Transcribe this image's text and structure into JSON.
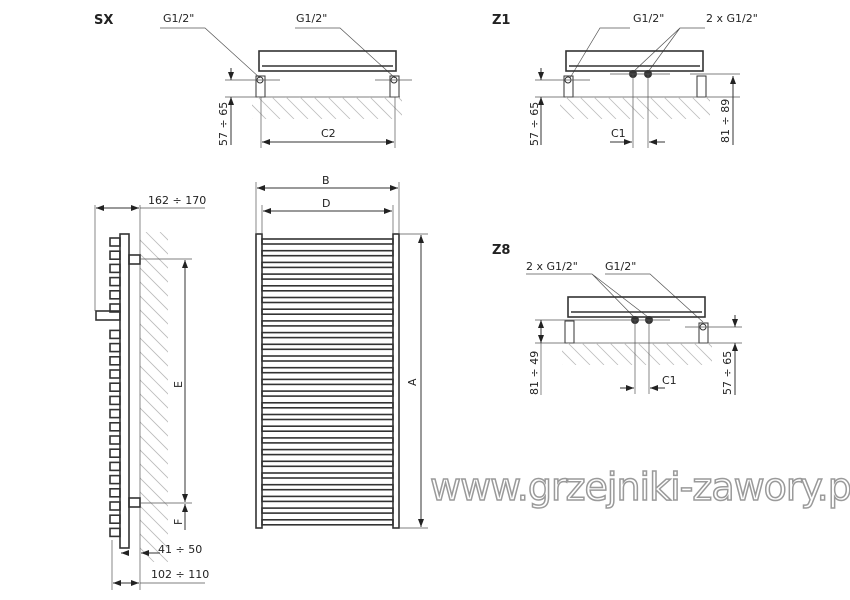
{
  "views": {
    "sx": {
      "title": "SX",
      "label_left": "G1/2\"",
      "label_right": "G1/2\"",
      "dim_height": "57 ÷ 65",
      "dim_width": "C2"
    },
    "z1": {
      "title": "Z1",
      "label_left": "G1/2\"",
      "label_right": "2 x G1/2\"",
      "dim_left": "57 ÷ 65",
      "dim_right": "81 ÷ 89",
      "dim_width": "C1"
    },
    "z8": {
      "title": "Z8",
      "label_left": "2 x G1/2\"",
      "label_right": "G1/2\"",
      "dim_left": "81 ÷ 49",
      "dim_right": "57 ÷ 65",
      "dim_width": "C1"
    },
    "side": {
      "dim_top": "162 ÷ 170",
      "dim_e": "E",
      "dim_f": "F",
      "dim_bottom_inner": "41 ÷ 50",
      "dim_bottom": "102 ÷ 110"
    },
    "front": {
      "dim_b": "B",
      "dim_d": "D",
      "dim_a": "A"
    }
  },
  "watermark": "www.grzejniki-zawory.pl"
}
